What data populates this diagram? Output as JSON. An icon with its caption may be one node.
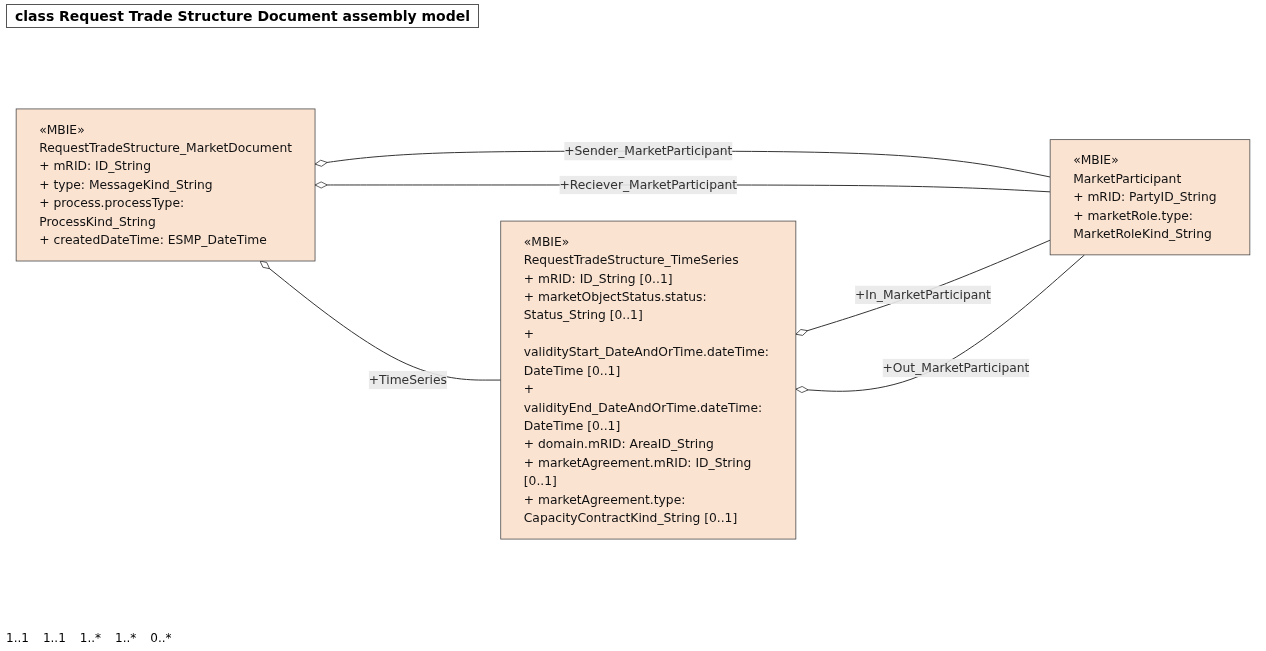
{
  "diagram": {
    "title": "class Request Trade Structure Document assembly model",
    "nodes": [
      {
        "text": [
          "«MBIE»",
          "RequestTradeStructure_MarketDocument",
          "+ mRID: ID_String",
          "+ type: MessageKind_String",
          "+ process.processType: ProcessKind_String",
          "+ createdDateTime: ESMP_DateTime"
        ]
      },
      {
        "text": [
          "«MBIE»",
          "MarketParticipant",
          "+ mRID: PartyID_String",
          "+ marketRole.type: MarketRoleKind_String"
        ]
      },
      {
        "text": [
          "«MBIE»",
          "RequestTradeStructure_TimeSeries",
          "+ mRID: ID_String [0..1]",
          "+ marketObjectStatus.status: Status_String [0..1]",
          "+ validityStart_DateAndOrTime.dateTime: DateTime [0..1]",
          "+ validityEnd_DateAndOrTime.dateTime: DateTime [0..1]",
          "+ domain.mRID: AreaID_String",
          "+ marketAgreement.mRID: ID_String [0..1]",
          "+ marketAgreement.type: CapacityContractKind_String [0..1]"
        ]
      }
    ],
    "edges": [
      {
        "from": 1,
        "to": 0,
        "arrow": "other",
        "label": "+Sender_MarketParticipant"
      },
      {
        "from": 1,
        "to": 0,
        "arrow": "other",
        "label": "+Reciever_MarketParticipant"
      },
      {
        "from": 2,
        "to": 0,
        "arrow": "other",
        "label": "+TimeSeries"
      },
      {
        "from": 1,
        "to": 2,
        "arrow": "other",
        "label": "+In_MarketParticipant"
      },
      {
        "from": 1,
        "to": 2,
        "arrow": "other",
        "label": "+Out_MarketParticipant"
      }
    ],
    "labels": [
      "1..1",
      "1..1",
      "1..*",
      "1..*",
      "0..*"
    ]
  }
}
